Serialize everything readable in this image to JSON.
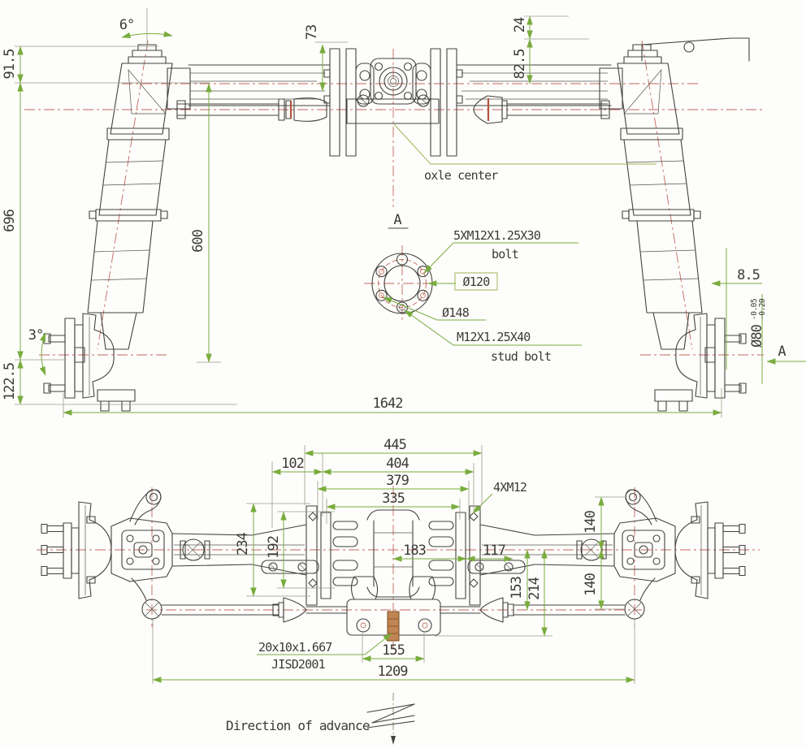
{
  "colors": {
    "outline": "#44423e",
    "dimension_green": "#79ac3d",
    "centerline_red": "#c2675c",
    "leader_olive": "#a3b254",
    "accent_red": "#b5543f",
    "spline_brown": "#c08552",
    "text": "#3c3a37",
    "background": "#fdfdfb"
  },
  "top_view": {
    "camber_angle": "6°",
    "dim_73": "73",
    "dim_24": "24",
    "dim_82_5": "82.5",
    "dim_91_5": "91.5",
    "dim_696": "696",
    "dim_600": "600",
    "kingpin_angle": "3°",
    "dim_122_5": "122.5",
    "dim_1642": "1642",
    "dim_8_5": "8.5",
    "shaft_dia": "Ø80",
    "shaft_tol_upper": "-0.05",
    "shaft_tol_lower": "-0.20",
    "section_label": "A",
    "axle_center_label": "oxle center"
  },
  "detail_a": {
    "view_label": "A",
    "bolt_spec": "5XM12X1.25X30",
    "bolt_word": "bolt",
    "dia_bolt_circle": "Ø120",
    "dia_flange": "Ø148",
    "stud_spec": "M12X1.25X40",
    "stud_word": "stud bolt"
  },
  "bottom_view": {
    "dim_445": "445",
    "dim_404": "404",
    "dim_379": "379",
    "dim_335": "335",
    "dim_102": "102",
    "bolt_callout": "4XM12",
    "dim_234": "234",
    "dim_192": "192",
    "dim_183": "183",
    "dim_117": "117",
    "dim_153": "153",
    "dim_214": "214",
    "dim_140_upper": "140",
    "dim_140_lower": "140",
    "spline_spec": "20x10x1.667",
    "spline_standard": "JISD2001",
    "dim_155": "155",
    "dim_1209": "1209"
  },
  "footer": {
    "direction_label": "Direction of advance"
  }
}
